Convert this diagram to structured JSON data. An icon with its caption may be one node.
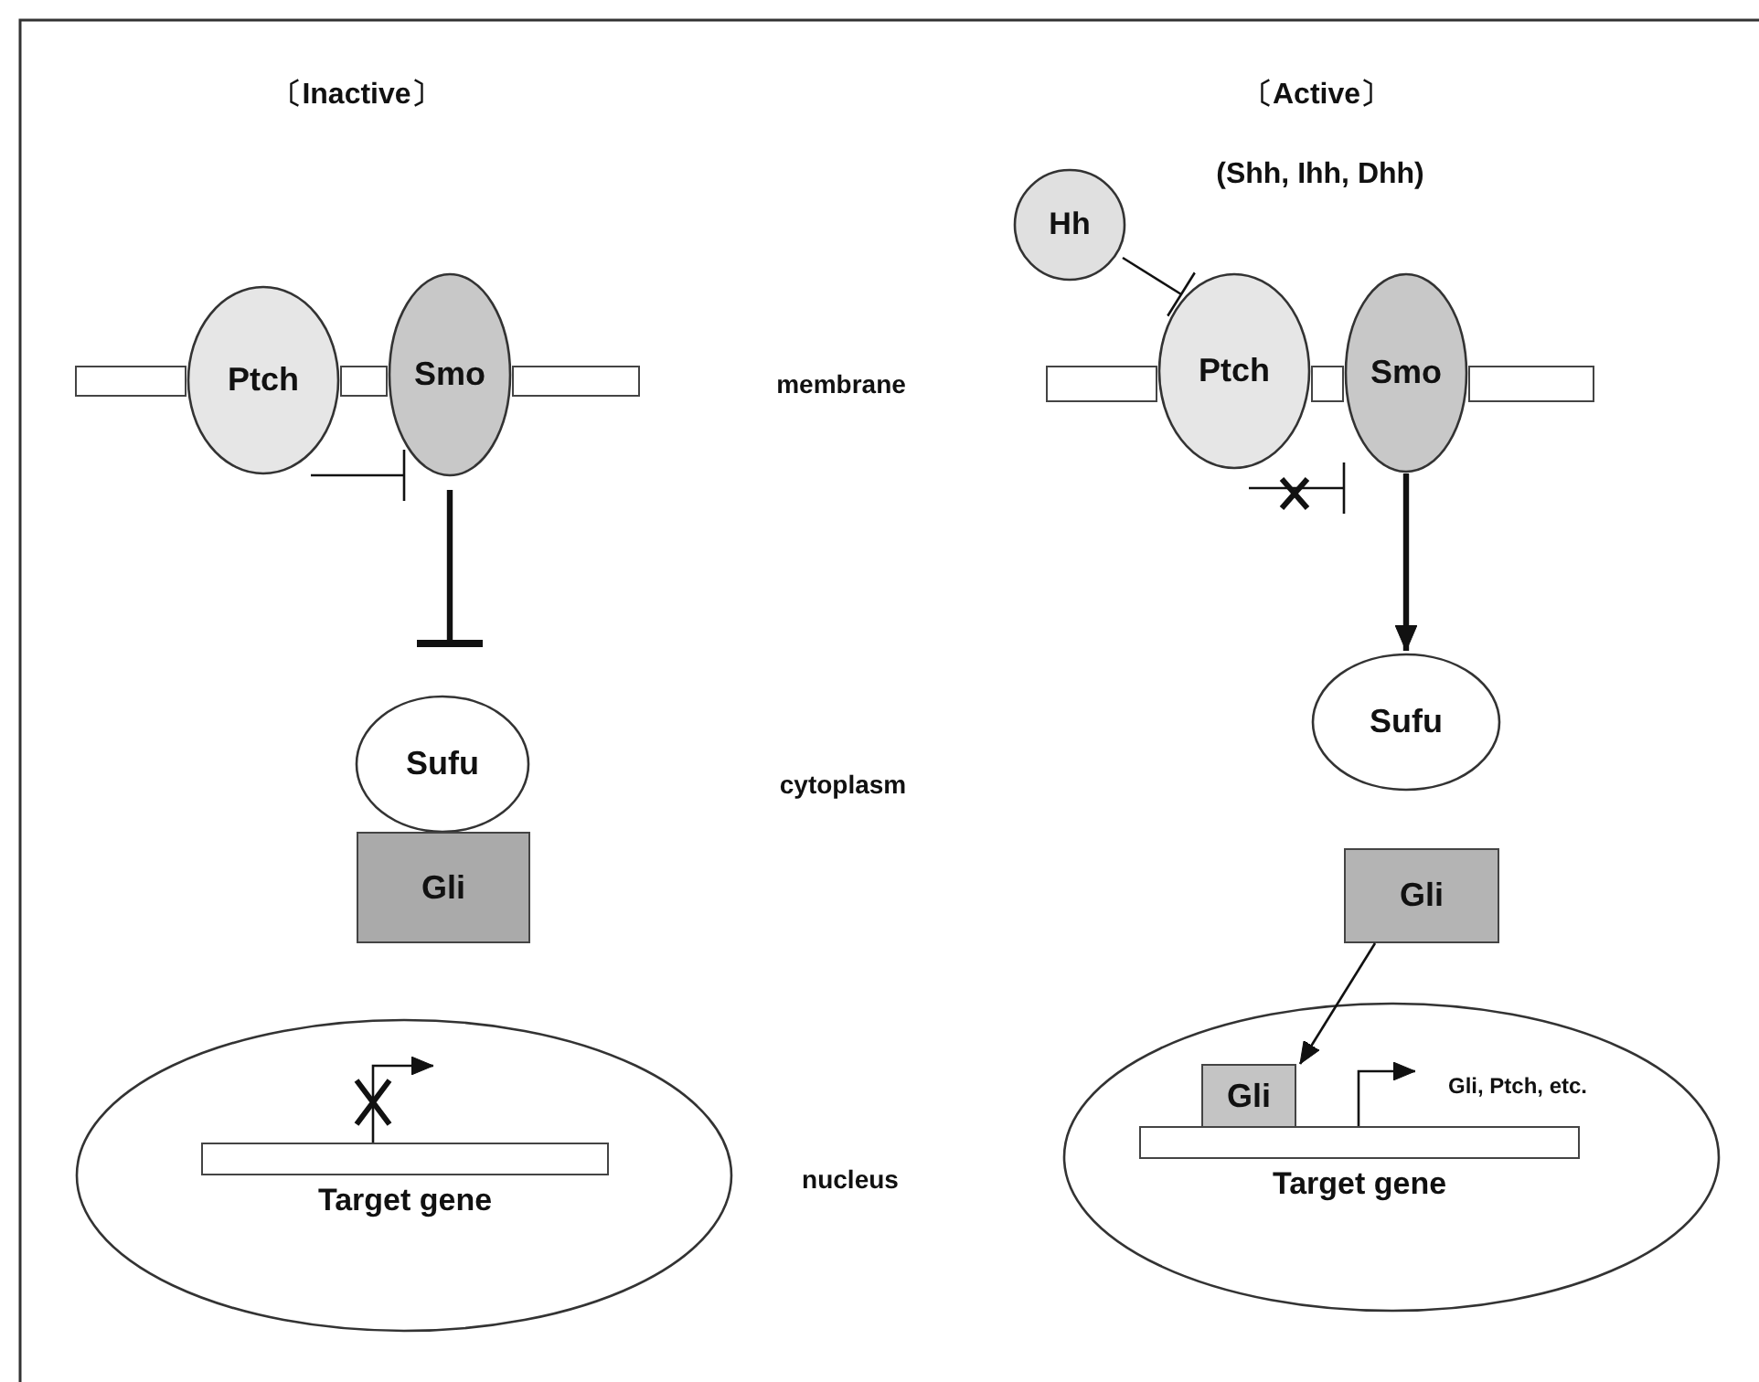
{
  "diagram": {
    "nodes": [
      {
        "text": [],
        "shape": "bar"
      },
      {
        "text": [],
        "shape": "bar"
      },
      {
        "text": [],
        "shape": "bar"
      },
      {
        "text": [
          "Ptch"
        ]
      },
      {
        "text": [
          "Smo"
        ]
      },
      {
        "text": [
          "Sufu"
        ]
      },
      {
        "text": [
          "Gli"
        ]
      },
      {
        "text": [],
        "shape": "ellipse"
      },
      {
        "text": [
          "Target gene"
        ],
        "in": 7
      },
      {
        "text": [
          "Hh"
        ]
      },
      {
        "text": [],
        "shape": "bar"
      },
      {
        "text": [],
        "shape": "bar"
      },
      {
        "text": [],
        "shape": "bar"
      },
      {
        "text": [
          "Ptch"
        ]
      },
      {
        "text": [
          "Smo"
        ]
      },
      {
        "text": [
          "Sufu"
        ]
      },
      {
        "text": [
          "Gli"
        ]
      },
      {
        "text": [],
        "shape": "ellipse"
      },
      {
        "text": [
          "Gli"
        ],
        "in": 17
      },
      {
        "text": [
          "Target gene"
        ],
        "in": 17
      },
      {
        "text": [
          "Gli, Ptch, etc."
        ],
        "in": 17
      }
    ],
    "edges": [
      {
        "from": 3,
        "to": 4,
        "arrow": "other"
      },
      {
        "from": 4,
        "to": 5,
        "arrow": "other",
        "style": "thick"
      },
      {
        "from": 9,
        "to": 13,
        "arrow": "other"
      },
      {
        "from": 13,
        "to": 14,
        "arrow": "other"
      },
      {
        "from": 14,
        "to": 15,
        "arrow": "to",
        "style": "thick"
      },
      {
        "from": 16,
        "to": 18,
        "arrow": "to"
      },
      {
        "from": 8,
        "to": null,
        "arrow": "to"
      },
      {
        "from": 19,
        "to": 20,
        "arrow": "to"
      }
    ],
    "labels": [
      "〔Inactive〕",
      "〔Active〕",
      "(Shh, Ihh, Dhh)",
      "membrane",
      "cytoplasm",
      "nucleus"
    ]
  }
}
